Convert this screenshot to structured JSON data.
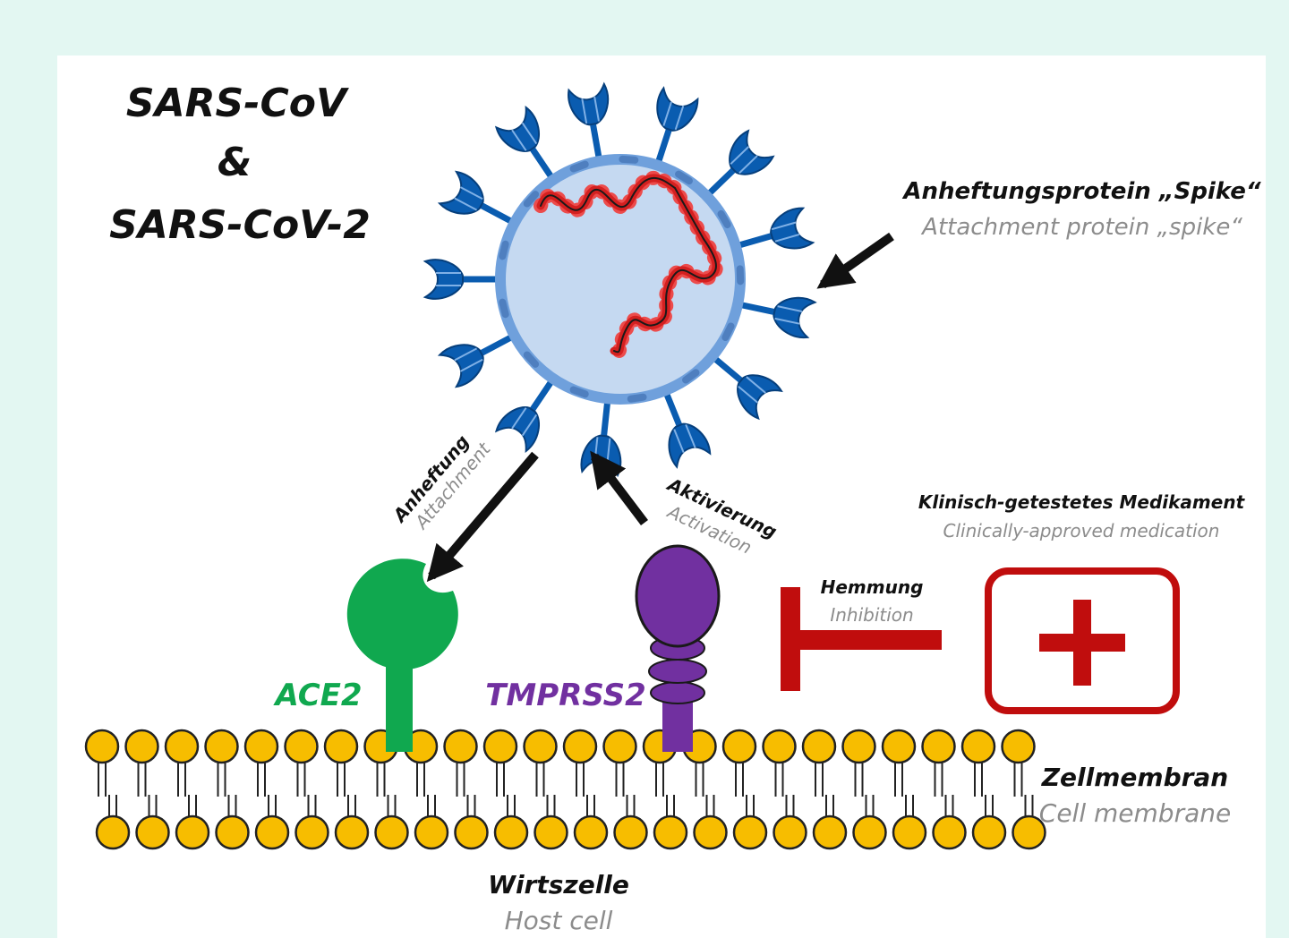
{
  "title": {
    "line1": "SARS-CoV",
    "line2": "&",
    "line3": "SARS-CoV-2"
  },
  "spike_label": {
    "de": "Anheftungsprotein „Spike“",
    "en": "Attachment protein „spike“"
  },
  "attachment_label": {
    "de": "Anheftung",
    "en": "Attachment"
  },
  "activation_label": {
    "de": "Aktivierung",
    "en": "Activation"
  },
  "medication_label": {
    "de": "Klinisch-getestetes Medikament",
    "en": "Clinically-approved medication"
  },
  "inhibition_label": {
    "de": "Hemmung",
    "en": "Inhibition"
  },
  "ace2_label": "ACE2",
  "tmprss2_label": "TMPRSS2",
  "membrane_label": {
    "de": "Zellmembran",
    "en": "Cell membrane"
  },
  "host_label": {
    "de": "Wirtszelle",
    "en": "Host cell"
  },
  "colors": {
    "background": "#e3f7f2",
    "virus_fill": "#c5d9f1",
    "virus_envelope": "#6fa0dc",
    "spike": "#0a5cb0",
    "rna": "#d42020",
    "ace2": "#10a84f",
    "tmprss2": "#7130a0",
    "inhibitor": "#c00d0d",
    "lipid_head": "#f7bd00"
  },
  "icons": {
    "virus": "virus-particle",
    "medication": "medical-cross-icon",
    "inhibition": "inhibition-bar-icon"
  }
}
